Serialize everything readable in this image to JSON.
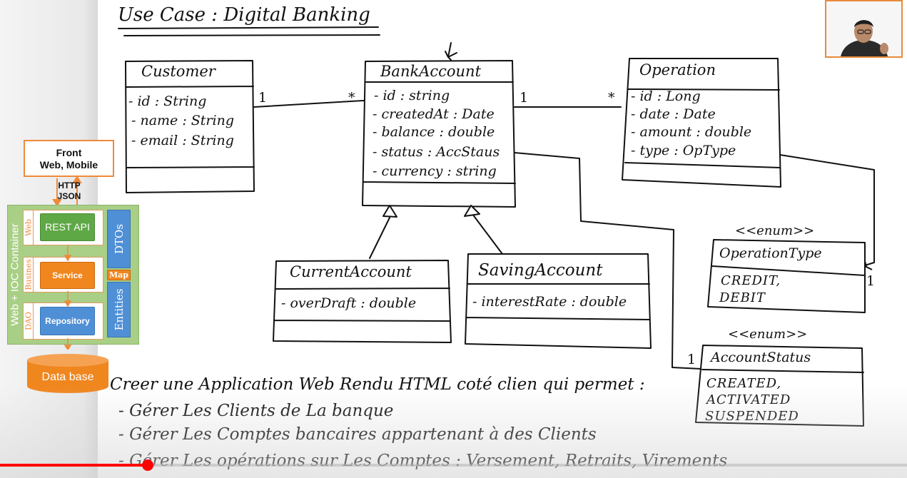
{
  "whiteboard": {
    "title": "Use Case : Digital Banking",
    "classes": {
      "customer": {
        "name": "Customer",
        "attrs": [
          "- id : String",
          "- name : String",
          "- email : String"
        ]
      },
      "bank_account": {
        "name": "BankAccount",
        "attrs": [
          "- id : string",
          "- createdAt : Date",
          "- balance : double",
          "- status : AccStaus",
          "- currency : string"
        ]
      },
      "operation": {
        "name": "Operation",
        "attrs": [
          "- id : Long",
          "- date : Date",
          "- amount : double",
          "- type : OpType"
        ]
      },
      "current_account": {
        "name": "CurrentAccount",
        "attrs": [
          "- overDraft : double"
        ]
      },
      "saving_account": {
        "name": "SavingAccount",
        "attrs": [
          "- interestRate : double"
        ]
      },
      "operation_type": {
        "stereotype": "<<enum>>",
        "name": "OperationType",
        "values": [
          "CREDIT,",
          "DEBIT"
        ]
      },
      "account_status": {
        "stereotype": "<<enum>>",
        "name": "AccountStatus",
        "values": [
          "CREATED,",
          "ACTIVATED",
          "SUSPENDED"
        ]
      }
    },
    "multiplicities": {
      "cust_one": "1",
      "ba_many": "*",
      "ba_one": "1",
      "op_many": "*",
      "optype_one": "1",
      "status_one": "1"
    },
    "requirements": {
      "intro": "Creer une Application Web Rendu HTML coté clien qui permet :",
      "items": [
        "- Gérer Les Clients de La banque",
        "- Gérer Les Comptes bancaires appartenant à des Clients",
        "- Gérer Les opérations sur Les Comptes : Versement, Retraits, Virements"
      ]
    }
  },
  "architecture": {
    "front": "Front\nWeb, Mobile",
    "front_line1": "Front",
    "front_line2": "Web, Mobile",
    "protocol_line1": "HTTP",
    "protocol_line2": "JSON",
    "container": "Web + IOC Container",
    "layers": {
      "web": "Web",
      "business": "Busines",
      "dao": "DAO"
    },
    "rest_api": "REST API",
    "service": "Service",
    "repository": "Repository",
    "dtos": "DTOs",
    "map": "Map",
    "entities": "Entities",
    "database": "Data base",
    "colors": {
      "container": "#a9cf86",
      "rest": "#5fa846",
      "service": "#f0861e",
      "repository": "#4f8fd6",
      "db": "#f0861e"
    }
  },
  "video": {
    "progress": 0.163,
    "progress_color": "#ff0000"
  }
}
